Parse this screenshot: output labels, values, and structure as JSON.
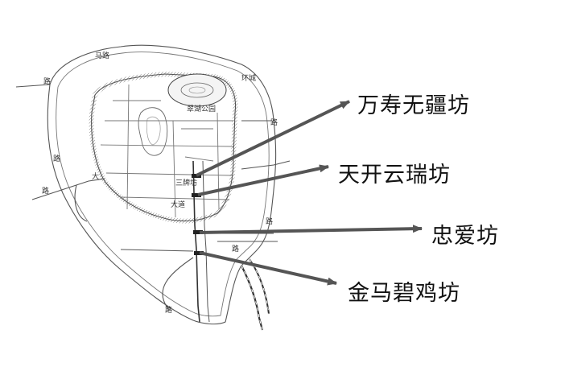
{
  "labels": [
    {
      "id": "wanshou",
      "text": "万寿无疆坊"
    },
    {
      "id": "tiankai",
      "text": "天开云瑞坊"
    },
    {
      "id": "zhongai",
      "text": "忠爱坊"
    },
    {
      "id": "jinma",
      "text": "金马碧鸡坊"
    }
  ],
  "map_text": {
    "park": "翠湖公园",
    "road_north": "马路",
    "road_west": "路",
    "road_ring_ne": "环城",
    "road_ring_e": "路",
    "road_ring_s": "路",
    "road_ring_sw": "路",
    "road_south": "路",
    "west_gate": "大",
    "west_char": "路",
    "mid_label1": "三牌坊",
    "mid_label2": "大道",
    "south_label": "路"
  },
  "colors": {
    "ink": "#111111",
    "arrow": "#555555",
    "map_line": "#555555"
  }
}
